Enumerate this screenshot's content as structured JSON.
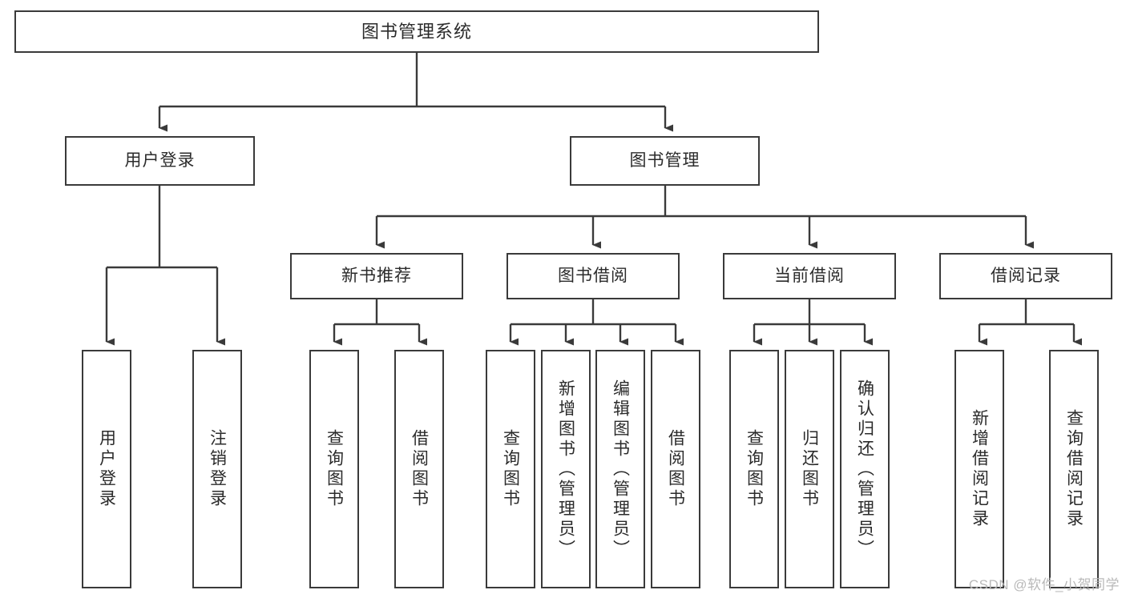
{
  "diagram": {
    "type": "tree-hierarchy",
    "orientation": "top-down",
    "root": {
      "label": "图书管理系统"
    },
    "level2": [
      {
        "label": "用户登录"
      },
      {
        "label": "图书管理"
      }
    ],
    "level3": [
      {
        "label": "新书推荐"
      },
      {
        "label": "图书借阅"
      },
      {
        "label": "当前借阅"
      },
      {
        "label": "借阅记录"
      }
    ],
    "leaves": {
      "user_login": [
        {
          "label": "用户登录"
        },
        {
          "label": "注销登录"
        }
      ],
      "new_book_recommend": [
        {
          "label": "查询图书"
        },
        {
          "label": "借阅图书"
        }
      ],
      "book_borrow": [
        {
          "label": "查询图书"
        },
        {
          "label": "新增图书（管理员）"
        },
        {
          "label": "编辑图书（管理员）"
        },
        {
          "label": "借阅图书"
        }
      ],
      "current_borrow": [
        {
          "label": "查询图书"
        },
        {
          "label": "归还图书"
        },
        {
          "label": "确认归还（管理员）"
        }
      ],
      "borrow_record": [
        {
          "label": "新增借阅记录"
        },
        {
          "label": "查询借阅记录"
        }
      ]
    }
  },
  "watermark": {
    "text": "CSDN @软件_小贺同学"
  },
  "colors": {
    "border": "#3a3a3a",
    "text": "#2b2b2b",
    "background": "#ffffff",
    "watermark": "#b9b9b9"
  }
}
